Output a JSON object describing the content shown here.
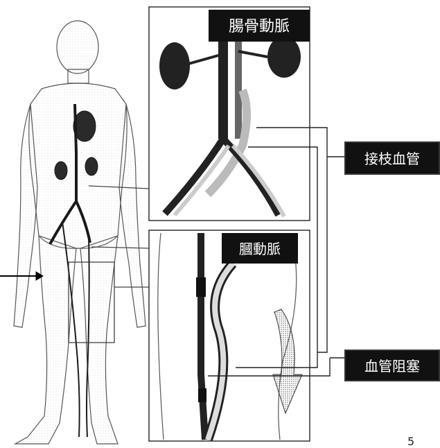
{
  "labels": {
    "iliac_artery": "腸骨動脈",
    "bypass_vessel": "接枝血管",
    "popliteal_artery": "膕動脈",
    "vessel_occlusion": "血管阻塞"
  },
  "page_number": "5",
  "colors": {
    "label_bg": "#111111",
    "label_text": "#ffffff",
    "ink": "#222222",
    "vessel_dark": "#1a1a1a"
  },
  "icons": [
    "arrow-right-icon",
    "flow-arrow-icon"
  ]
}
